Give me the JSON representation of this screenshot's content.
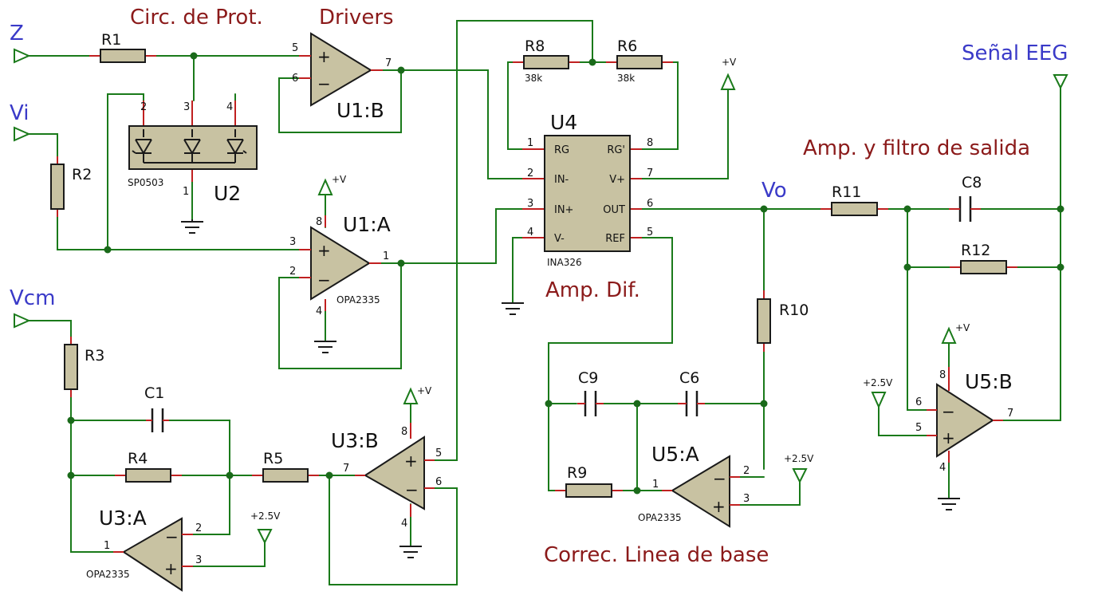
{
  "titles": {
    "protection": "Circ. de Prot.",
    "drivers": "Drivers",
    "amp_filter": "Amp. y filtro de salida",
    "amp_dif": "Amp. Dif.",
    "baseline": "Correc. Linea de base"
  },
  "nets": {
    "z": "Z",
    "vi": "Vi",
    "vcm": "Vcm",
    "vo": "Vo",
    "eeg": "Señal  EEG"
  },
  "resistors": {
    "r1": "R1",
    "r2": "R2",
    "r3": "R3",
    "r4": "R4",
    "r5": "R5",
    "r6": "R6",
    "r8": "R8",
    "r9": "R9",
    "r10": "R10",
    "r11": "R11",
    "r12": "R12",
    "r6_val": "38k",
    "r8_val": "38k"
  },
  "capacitors": {
    "c1": "C1",
    "c6": "C6",
    "c8": "C8",
    "c9": "C9"
  },
  "ics": {
    "u1a": "U1:A",
    "u1b": "U1:B",
    "u2": "U2",
    "u3a": "U3:A",
    "u3b": "U3:B",
    "u4": "U4",
    "u5a": "U5:A",
    "u5b": "U5:B",
    "opa": "OPA2335",
    "sp": "SP0503",
    "ina": "INA326"
  },
  "ina_pins": {
    "rg": "RG",
    "in_minus": "IN-",
    "in_plus": "IN+",
    "v_minus": "V-",
    "rg_prime": "RG'",
    "v_plus": "V+",
    "out": "OUT",
    "ref": "REF"
  },
  "supplies": {
    "vplus": "+V",
    "v25": "+2.5V"
  },
  "pins": {
    "p1": "1",
    "p2": "2",
    "p3": "3",
    "p4": "4",
    "p5": "5",
    "p6": "6",
    "p7": "7",
    "p8": "8"
  },
  "opamp_symbols": {
    "plus": "+",
    "minus": "−"
  }
}
